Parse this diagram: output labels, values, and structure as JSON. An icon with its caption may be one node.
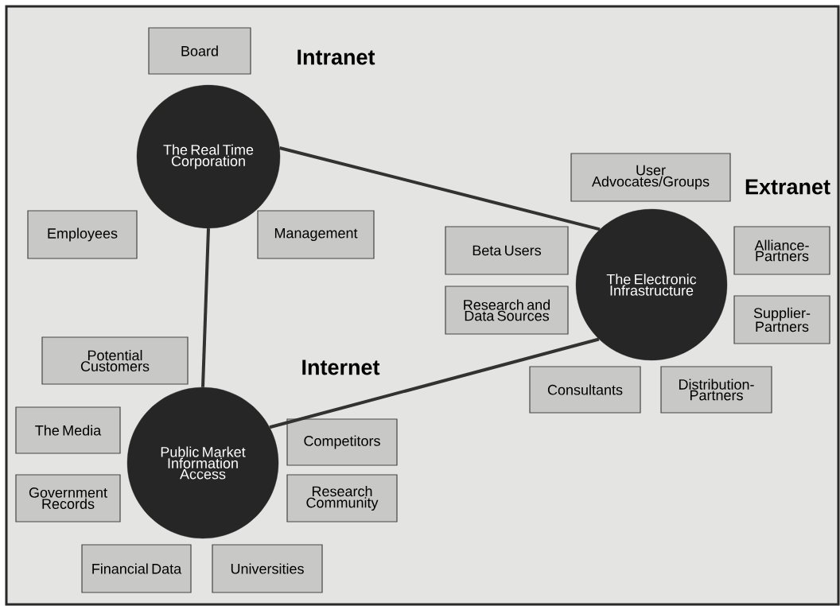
{
  "diagram": {
    "nodes": [
      {
        "text": [
          "Board"
        ]
      },
      {
        "text": [
          "The Real Time Corporation"
        ]
      },
      {
        "text": [
          "Employees"
        ]
      },
      {
        "text": [
          "Management"
        ]
      },
      {
        "text": [
          "User Advocates/Groups"
        ]
      },
      {
        "text": [
          "Beta Users"
        ]
      },
      {
        "text": [
          "The Electronic Infrastructure"
        ]
      },
      {
        "text": [
          "Alliance-Partners"
        ]
      },
      {
        "text": [
          "Research and Data Sources"
        ]
      },
      {
        "text": [
          "Supplier-Partners"
        ]
      },
      {
        "text": [
          "Potential Customers"
        ]
      },
      {
        "text": [
          "Consultants"
        ]
      },
      {
        "text": [
          "Distribution-Partners"
        ]
      },
      {
        "text": [
          "The Media"
        ]
      },
      {
        "text": [
          "Public Market Information Access"
        ]
      },
      {
        "text": [
          "Competitors"
        ]
      },
      {
        "text": [
          "Government Records"
        ]
      },
      {
        "text": [
          "Research Community"
        ]
      },
      {
        "text": [
          "Financial Data"
        ]
      },
      {
        "text": [
          "Universities"
        ]
      }
    ],
    "edges": [
      {
        "from": 1,
        "to": 6,
        "arrow": "none"
      },
      {
        "from": 1,
        "to": 14,
        "arrow": "none"
      },
      {
        "from": 14,
        "to": 6,
        "arrow": "none"
      }
    ],
    "labels": [
      "Intranet",
      "Extranet",
      "Internet"
    ]
  }
}
